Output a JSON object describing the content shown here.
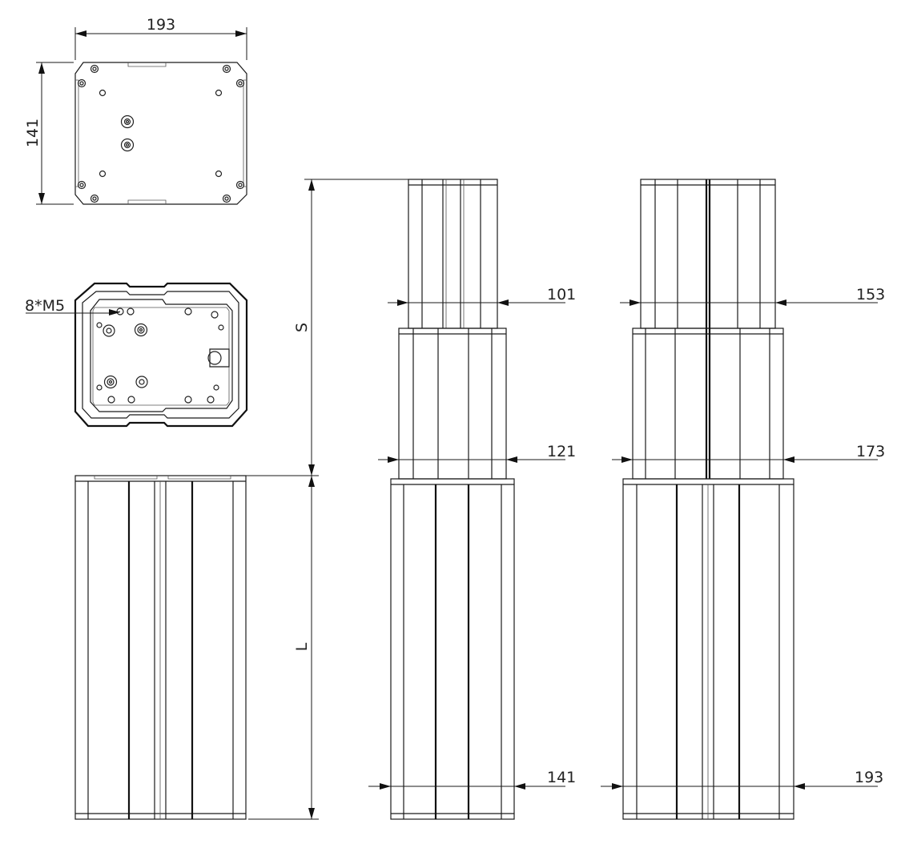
{
  "colors": {
    "line": "#1a1a1a",
    "background": "#ffffff"
  },
  "dimensions": {
    "top_width": "193",
    "top_height": "141",
    "mount_holes": "8*M5",
    "stroke": "S",
    "length": "L",
    "col1_top": "101",
    "col1_mid": "121",
    "col1_bottom": "141",
    "col2_top": "153",
    "col2_mid": "173",
    "col2_bottom": "193"
  }
}
